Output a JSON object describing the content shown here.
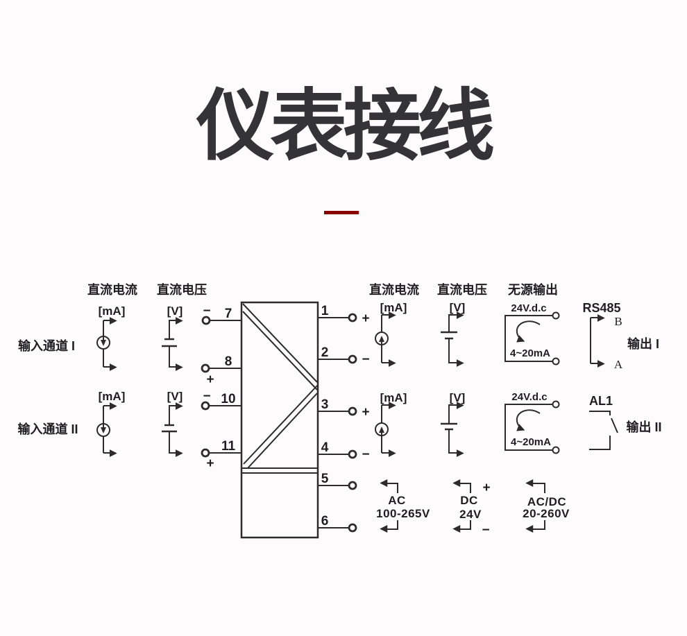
{
  "title": "仪表接线",
  "accent_color": "#8b0000",
  "inputs": {
    "header_current": "直流电流",
    "header_voltage": "直流电压",
    "ch1": {
      "label": "输入通道 I",
      "ma": "[mA]",
      "v": "[V]"
    },
    "ch2": {
      "label": "输入通道 II",
      "ma": "[mA]",
      "v": "[V]"
    }
  },
  "terminals": {
    "left": [
      {
        "num": "7",
        "sign": "−"
      },
      {
        "num": "8",
        "sign": "+"
      },
      {
        "num": "10",
        "sign": "−"
      },
      {
        "num": "11",
        "sign": "+"
      }
    ],
    "right": [
      {
        "num": "1",
        "sign": "+"
      },
      {
        "num": "2",
        "sign": "−"
      },
      {
        "num": "3",
        "sign": "+"
      },
      {
        "num": "4",
        "sign": "−"
      },
      {
        "num": "5",
        "sign": ""
      },
      {
        "num": "6",
        "sign": ""
      }
    ]
  },
  "outputs": {
    "header_current": "直流电流",
    "header_voltage": "直流电压",
    "header_passive": "无源输出",
    "ch1": {
      "ma": "[mA]",
      "v": "[V]",
      "passive_v": "24V.d.c",
      "passive_i": "4~20mA",
      "bus": "RS485",
      "bus_b": "B",
      "bus_a": "A",
      "label": "输出 I"
    },
    "ch2": {
      "ma": "[mA]",
      "v": "[V]",
      "passive_v": "24V.d.c",
      "passive_i": "4~20mA",
      "relay": "AL1",
      "label": "输出 II"
    }
  },
  "power": {
    "ac": {
      "name": "AC",
      "range": "100-265V"
    },
    "dc": {
      "name": "DC",
      "range": "24V",
      "plus": "+",
      "minus": "−"
    },
    "acdc": {
      "name": "AC/DC",
      "range": "20-260V"
    }
  }
}
